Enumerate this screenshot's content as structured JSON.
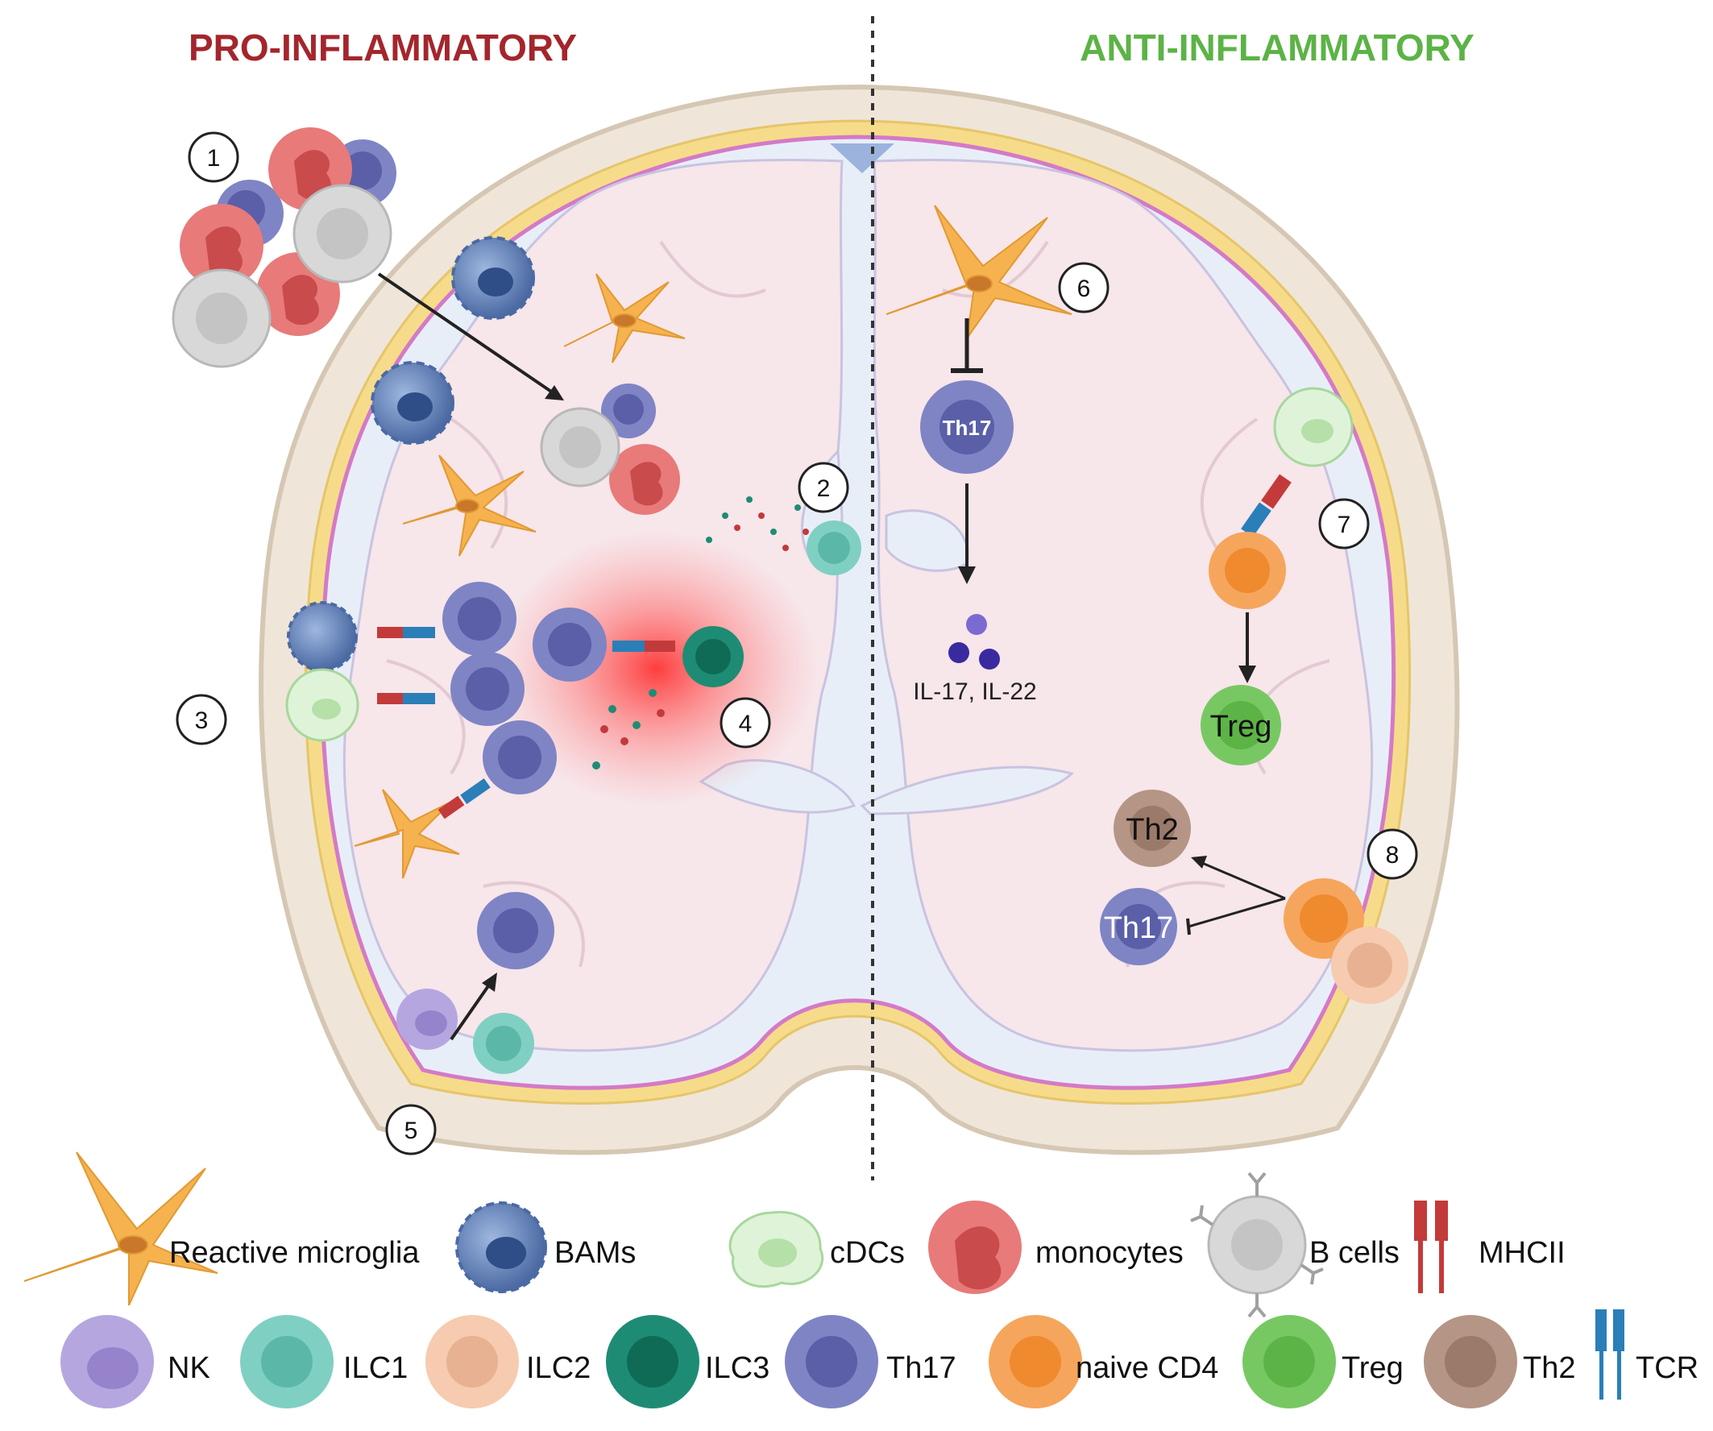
{
  "headers": {
    "pro": "PRO-INFLAMMATORY",
    "anti": "ANTI-INFLAMMATORY"
  },
  "colors": {
    "pro": "#a3262c",
    "anti": "#5cb346",
    "skull": "#efe6d9",
    "meninges": "#f6dc8a",
    "pia": "#d47ac7",
    "csf": "#e8eef8",
    "brain": "#f7e6ea",
    "microglia": "#f5b24f",
    "bam": "#6f8fc4",
    "cdc": "#dff3d9",
    "monocyte": "#e87a7a",
    "bcell": "#d8d8d8",
    "mhcii": "#c33a3a",
    "tcr": "#2a7fb8",
    "nk": "#b6a6e0",
    "ilc1": "#7fd0c2",
    "ilc2": "#f6cbb0",
    "ilc3": "#1e8c74",
    "th17": "#7f84c5",
    "naive_cd4": "#f6a55c",
    "treg": "#77c862",
    "th2": "#b59585"
  },
  "step_numbers": [
    "1",
    "2",
    "3",
    "4",
    "5",
    "6",
    "7",
    "8"
  ],
  "cell_labels": {
    "th17_center": "Th17",
    "th17_lower": "Th17",
    "treg": "Treg",
    "th2": "Th2"
  },
  "cytokines": "IL-17, IL-22",
  "legend": {
    "row1": [
      "Reactive microglia",
      "BAMs",
      "cDCs",
      "monocytes",
      "B cells",
      "MHCII"
    ],
    "row2": [
      "NK",
      "ILC1",
      "ILC2",
      "ILC3",
      "Th17",
      "naive CD4",
      "Treg",
      "Th2",
      "TCR"
    ]
  },
  "icons": [
    "microglia-icon",
    "bam-icon",
    "cdc-icon",
    "monocyte-icon",
    "bcell-icon",
    "mhcii-icon",
    "tcr-icon"
  ]
}
